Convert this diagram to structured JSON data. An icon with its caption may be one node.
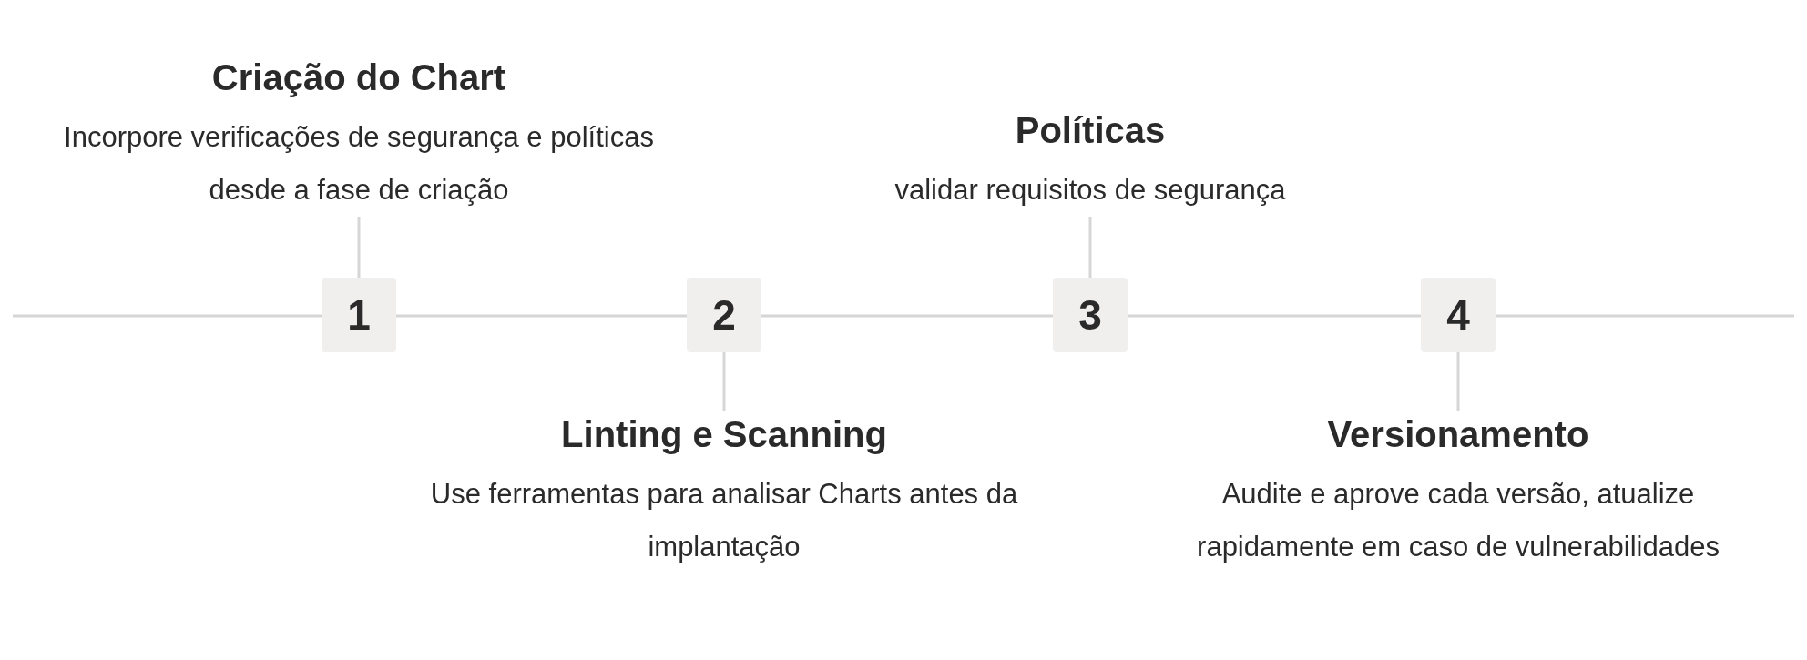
{
  "diagram": {
    "nodes": [
      {
        "text": [
          "1"
        ]
      },
      {
        "text": [
          "2"
        ]
      },
      {
        "text": [
          "3"
        ]
      },
      {
        "text": [
          "4"
        ]
      },
      {
        "text": [
          "Criação do Chart",
          "Incorpore verificações de segurança e políticas desde a fase de criação"
        ]
      },
      {
        "text": [
          "Linting e Scanning",
          "Use ferramentas para analisar Charts antes da implantação"
        ]
      },
      {
        "text": [
          "Políticas",
          "validar requisitos de segurança"
        ]
      },
      {
        "text": [
          "Versionamento",
          "Audite e aprove cada versão, atualize rapidamente em caso de vulnerabilidades"
        ]
      }
    ],
    "edges": [
      {
        "from": null,
        "to": 0,
        "arrow": "none"
      },
      {
        "from": 0,
        "to": 1,
        "arrow": "none"
      },
      {
        "from": 1,
        "to": 2,
        "arrow": "none"
      },
      {
        "from": 2,
        "to": 3,
        "arrow": "none"
      },
      {
        "from": 3,
        "to": null,
        "arrow": "none"
      },
      {
        "from": 0,
        "to": 4,
        "arrow": "none"
      },
      {
        "from": 1,
        "to": 5,
        "arrow": "none"
      },
      {
        "from": 2,
        "to": 6,
        "arrow": "none"
      },
      {
        "from": 3,
        "to": 7,
        "arrow": "none"
      }
    ]
  }
}
